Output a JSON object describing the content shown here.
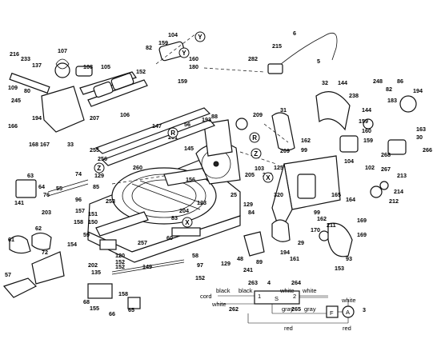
{
  "diagram_title": "",
  "callouts": [
    {
      "label": "216"
    },
    {
      "label": "233"
    },
    {
      "label": "137"
    },
    {
      "label": "107"
    },
    {
      "label": "109"
    },
    {
      "label": "245"
    },
    {
      "label": "80"
    },
    {
      "label": "108"
    },
    {
      "label": "105"
    },
    {
      "label": "152"
    },
    {
      "label": "194"
    },
    {
      "label": "166"
    },
    {
      "label": "168"
    },
    {
      "label": "167"
    },
    {
      "label": "33"
    },
    {
      "label": "207"
    },
    {
      "label": "106"
    },
    {
      "label": "82"
    },
    {
      "label": "159"
    },
    {
      "label": "104"
    },
    {
      "label": "160"
    },
    {
      "label": "180"
    },
    {
      "label": "159"
    },
    {
      "label": "282"
    },
    {
      "label": "215"
    },
    {
      "label": "6"
    },
    {
      "label": "5"
    },
    {
      "label": "147"
    },
    {
      "label": "56"
    },
    {
      "label": "201"
    },
    {
      "label": "255"
    },
    {
      "label": "145"
    },
    {
      "label": "256"
    },
    {
      "label": "260"
    },
    {
      "label": "129"
    },
    {
      "label": "85"
    },
    {
      "label": "63"
    },
    {
      "label": "64"
    },
    {
      "label": "74"
    },
    {
      "label": "76"
    },
    {
      "label": "55"
    },
    {
      "label": "141"
    },
    {
      "label": "203"
    },
    {
      "label": "96"
    },
    {
      "label": "157"
    },
    {
      "label": "151"
    },
    {
      "label": "150"
    },
    {
      "label": "158"
    },
    {
      "label": "59"
    },
    {
      "label": "253"
    },
    {
      "label": "61"
    },
    {
      "label": "62"
    },
    {
      "label": "154"
    },
    {
      "label": "72"
    },
    {
      "label": "57"
    },
    {
      "label": "68"
    },
    {
      "label": "155"
    },
    {
      "label": "66"
    },
    {
      "label": "158"
    },
    {
      "label": "65"
    },
    {
      "label": "202"
    },
    {
      "label": "135"
    },
    {
      "label": "120"
    },
    {
      "label": "152"
    },
    {
      "label": "152"
    },
    {
      "label": "149"
    },
    {
      "label": "257"
    },
    {
      "label": "60"
    },
    {
      "label": "58"
    },
    {
      "label": "97"
    },
    {
      "label": "152"
    },
    {
      "label": "193"
    },
    {
      "label": "88"
    },
    {
      "label": "209"
    },
    {
      "label": "31"
    },
    {
      "label": "32"
    },
    {
      "label": "144"
    },
    {
      "label": "238"
    },
    {
      "label": "248"
    },
    {
      "label": "86"
    },
    {
      "label": "194"
    },
    {
      "label": "82"
    },
    {
      "label": "183"
    },
    {
      "label": "144"
    },
    {
      "label": "159"
    },
    {
      "label": "160"
    },
    {
      "label": "159"
    },
    {
      "label": "163"
    },
    {
      "label": "30"
    },
    {
      "label": "266"
    },
    {
      "label": "104"
    },
    {
      "label": "162"
    },
    {
      "label": "99"
    },
    {
      "label": "209"
    },
    {
      "label": "103"
    },
    {
      "label": "125"
    },
    {
      "label": "205"
    },
    {
      "label": "206"
    },
    {
      "label": "102"
    },
    {
      "label": "268"
    },
    {
      "label": "267"
    },
    {
      "label": "214"
    },
    {
      "label": "212"
    },
    {
      "label": "213"
    },
    {
      "label": "165"
    },
    {
      "label": "164"
    },
    {
      "label": "320"
    },
    {
      "label": "129"
    },
    {
      "label": "84"
    },
    {
      "label": "99"
    },
    {
      "label": "162"
    },
    {
      "label": "169"
    },
    {
      "label": "170"
    },
    {
      "label": "211"
    },
    {
      "label": "169"
    },
    {
      "label": "204"
    },
    {
      "label": "83"
    },
    {
      "label": "123"
    },
    {
      "label": "156"
    },
    {
      "label": "25"
    },
    {
      "label": "29"
    },
    {
      "label": "194"
    },
    {
      "label": "161"
    },
    {
      "label": "93"
    },
    {
      "label": "153"
    },
    {
      "label": "129"
    },
    {
      "label": "48"
    },
    {
      "label": "241"
    },
    {
      "label": "89"
    },
    {
      "label": "4"
    },
    {
      "label": "3"
    },
    {
      "label": "263"
    },
    {
      "label": "264"
    },
    {
      "label": "262"
    },
    {
      "label": "265"
    }
  ],
  "reference_marks": [
    {
      "label": "Y"
    },
    {
      "label": "Y"
    },
    {
      "label": "R"
    },
    {
      "label": "Z"
    },
    {
      "label": "X"
    },
    {
      "label": "R"
    },
    {
      "label": "Z"
    },
    {
      "label": "X"
    }
  ],
  "wiring": {
    "cord": "cord",
    "black_1": "black",
    "black_2": "black",
    "white_1": "white",
    "white_2": "white",
    "white_3": "white",
    "white_4": "white",
    "gray_1": "gray",
    "gray_2": "gray",
    "red_1": "red",
    "red_2": "red",
    "s_label": "S",
    "a_label": "A",
    "f_label": "F",
    "sw_1": "1",
    "sw_2": "2"
  }
}
